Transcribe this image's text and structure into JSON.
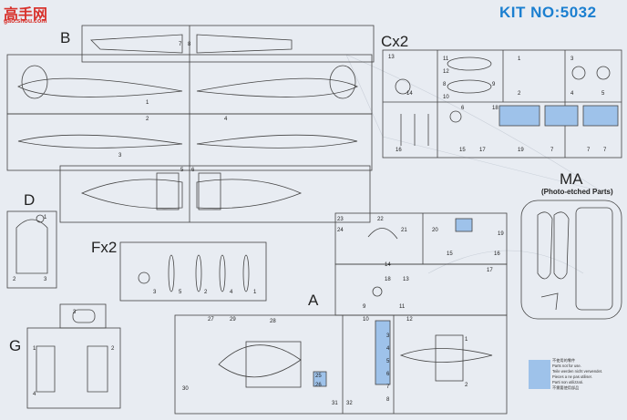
{
  "header": {
    "kit_label": "KIT NO:5032",
    "logo_text": "高手网",
    "logo_url": "gao.shou.com"
  },
  "frames": {
    "B": "B",
    "C": "Cx2",
    "D": "D",
    "F": "Fx2",
    "A": "A",
    "G": "G",
    "MA": "MA",
    "MA_sub": "(Photo-etched Parts)"
  },
  "legend": {
    "lines": [
      "不使用的零件",
      "Parts not for use.",
      "Teile werden nicht verwendet.",
      "Pieces a ne pas utiliser.",
      "Parti non utilizzati.",
      "不需要使用部品"
    ],
    "color": "#9ec2ea"
  },
  "part_numbers": {
    "B": [
      "7",
      "8",
      "1",
      "2",
      "3",
      "4",
      "5",
      "6"
    ],
    "C": [
      "13",
      "14",
      "11",
      "12",
      "8",
      "9",
      "10",
      "1",
      "2",
      "3",
      "4",
      "5",
      "6",
      "16",
      "15",
      "17",
      "18",
      "19",
      "7",
      "7",
      "7"
    ],
    "D": [
      "1",
      "2",
      "3"
    ],
    "F": [
      "1",
      "2",
      "3",
      "4",
      "5"
    ],
    "A": [
      "23",
      "24",
      "22",
      "21",
      "20",
      "19",
      "15",
      "16",
      "14",
      "17",
      "18",
      "13",
      "9",
      "10",
      "11",
      "12",
      "3",
      "4",
      "5",
      "6",
      "7",
      "8",
      "25",
      "26",
      "27",
      "28",
      "29",
      "30",
      "31",
      "32",
      "1",
      "2"
    ],
    "G": [
      "1",
      "2",
      "3",
      "4"
    ]
  }
}
